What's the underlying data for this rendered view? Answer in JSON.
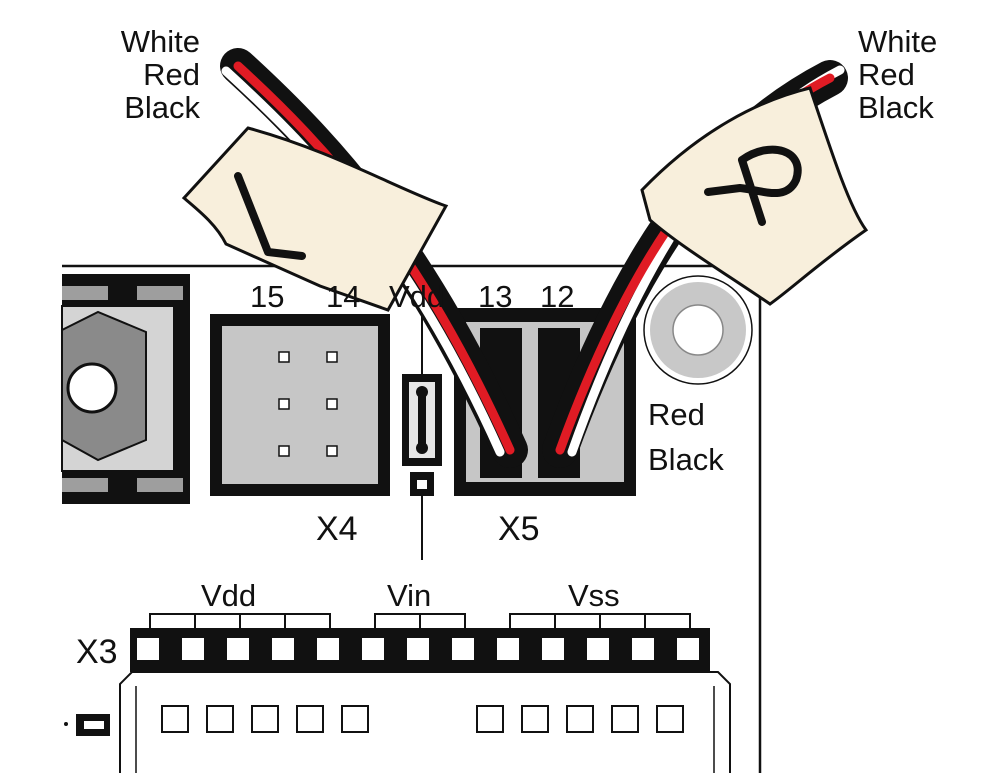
{
  "wire_colors_left": [
    "White",
    "Red",
    "Black"
  ],
  "wire_colors_right": [
    "White",
    "Red",
    "Black"
  ],
  "tag_left": "L",
  "tag_right": "R",
  "pin_labels": {
    "p15": "15",
    "p14": "14",
    "vdd_top": "Vdd",
    "p13": "13",
    "p12": "12"
  },
  "connector_x4": "X4",
  "connector_x5": "X5",
  "x5_wire_legend": [
    "Red",
    "Black"
  ],
  "header_x3": "X3",
  "rail_labels": {
    "vdd": "Vdd",
    "vin": "Vin",
    "vss": "Vss"
  },
  "colors": {
    "wire_red": "#e01b24",
    "tag_fill": "#f8efdc",
    "connector_gray": "#bdbdbd",
    "outline": "#111111"
  }
}
